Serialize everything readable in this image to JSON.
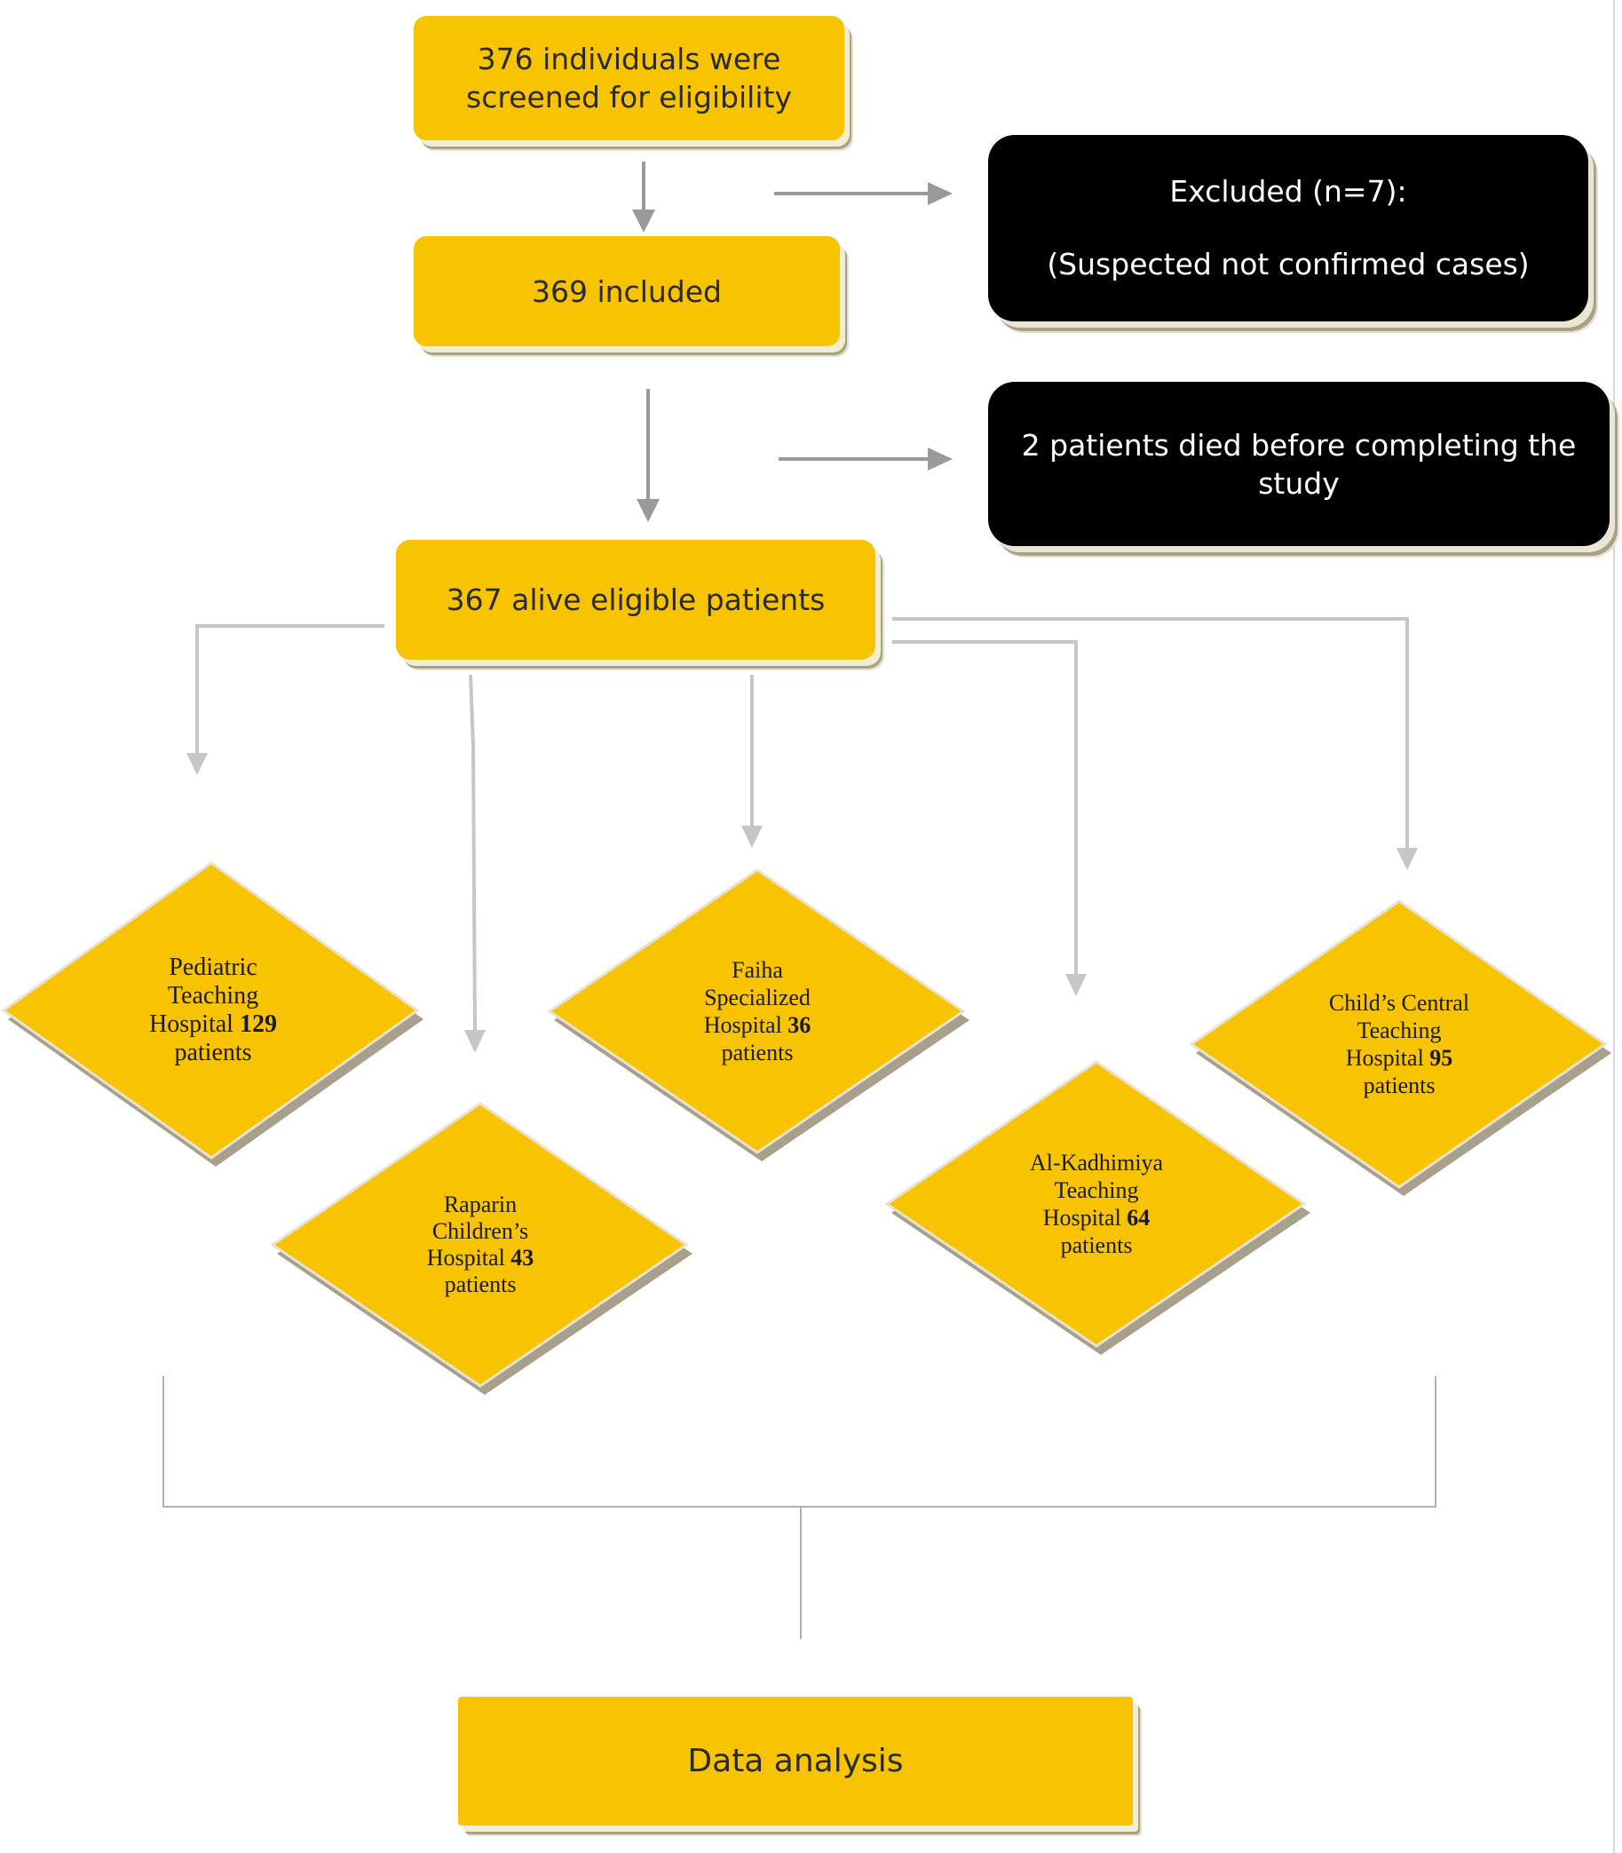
{
  "colors": {
    "box": "#F8C300",
    "arrow": "#999999",
    "light_arrow": "#C6C6C6",
    "excluded_box": "#000000"
  },
  "screened": [
    "376 individuals were",
    "screened for eligibility"
  ],
  "included": "369 included",
  "excluded": {
    "title": "Excluded (n=7):",
    "reason": "(Suspected not confirmed cases)"
  },
  "died": [
    "2 patients died before completing the",
    "study"
  ],
  "alive": "367 alive eligible patients",
  "hospitals": [
    {
      "lines": [
        "Pediatric",
        "Teaching"
      ],
      "name_end": "Hospital ",
      "count": "129",
      "unit": "patients"
    },
    {
      "lines": [
        "Raparin",
        "Children’s"
      ],
      "name_end": "Hospital ",
      "count": "43",
      "unit": "patients"
    },
    {
      "lines": [
        "Faiha",
        "Specialized"
      ],
      "name_end": "Hospital ",
      "count": "36",
      "unit": "patients"
    },
    {
      "lines": [
        "Al-Kadhimiya",
        "Teaching"
      ],
      "name_end": "Hospital ",
      "count": "64",
      "unit": "patients"
    },
    {
      "lines": [
        "Child’s Central",
        "Teaching"
      ],
      "name_end": "Hospital ",
      "count": "95",
      "unit": "patients"
    }
  ],
  "analysis": "Data analysis"
}
